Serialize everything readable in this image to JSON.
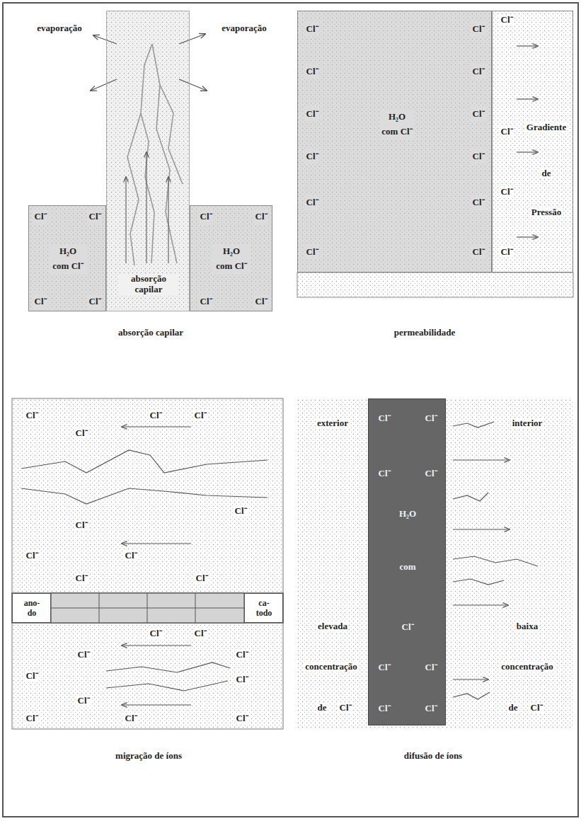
{
  "diagram": {
    "nodes": [
      {
        "text": [
          "absorção capilar"
        ]
      },
      {
        "text": [
          "Cl⁻",
          "Cl⁻",
          "H₂O com Cl⁻",
          "Cl⁻",
          "Cl⁻"
        ]
      },
      {
        "text": [
          "Cl⁻",
          "Cl⁻",
          "H₂O com Cl⁻",
          "Cl⁻",
          "Cl⁻"
        ]
      },
      {
        "text": [
          "Cl⁻",
          "Cl⁻",
          "Cl⁻",
          "Cl⁻",
          "Cl⁻",
          "Cl⁻",
          "Cl⁻",
          "Cl⁻",
          "Cl⁻",
          "Cl⁻",
          "Cl⁻",
          "Cl⁻",
          "H₂O com Cl⁻"
        ]
      },
      {
        "text": [
          "Cl⁻",
          "Cl⁻",
          "Cl⁻",
          "Cl⁻"
        ]
      },
      {
        "text": [
          "ano- do"
        ]
      },
      {
        "text": [
          "ca- todo"
        ]
      },
      {
        "text": [
          "Cl⁻",
          "Cl⁻",
          "Cl⁻",
          "Cl⁻",
          "H₂O",
          "com",
          "Cl⁻",
          "Cl⁻",
          "Cl⁻",
          "Cl⁻",
          "Cl⁻"
        ]
      }
    ],
    "labels": [
      "evaporação",
      "evaporação",
      "absorção capilar",
      "Gradiente",
      "de",
      "Pressão",
      "permeabilidade",
      "Cl⁻",
      "Cl⁻",
      "Cl⁻",
      "Cl⁻",
      "Cl⁻",
      "Cl⁻",
      "Cl⁻",
      "Cl⁻",
      "Cl⁻",
      "Cl⁻",
      "Cl⁻",
      "Cl⁻",
      "Cl⁻",
      "Cl⁻",
      "Cl⁻",
      "Cl⁻",
      "Cl⁻",
      "Cl⁻",
      "Cl⁻",
      "Cl⁻",
      "migração de íons",
      "exterior",
      "interior",
      "elevada",
      "concentração",
      "de",
      "Cl⁻",
      "baixa",
      "concentração",
      "de",
      "Cl⁻",
      "difusão de íons"
    ]
  }
}
